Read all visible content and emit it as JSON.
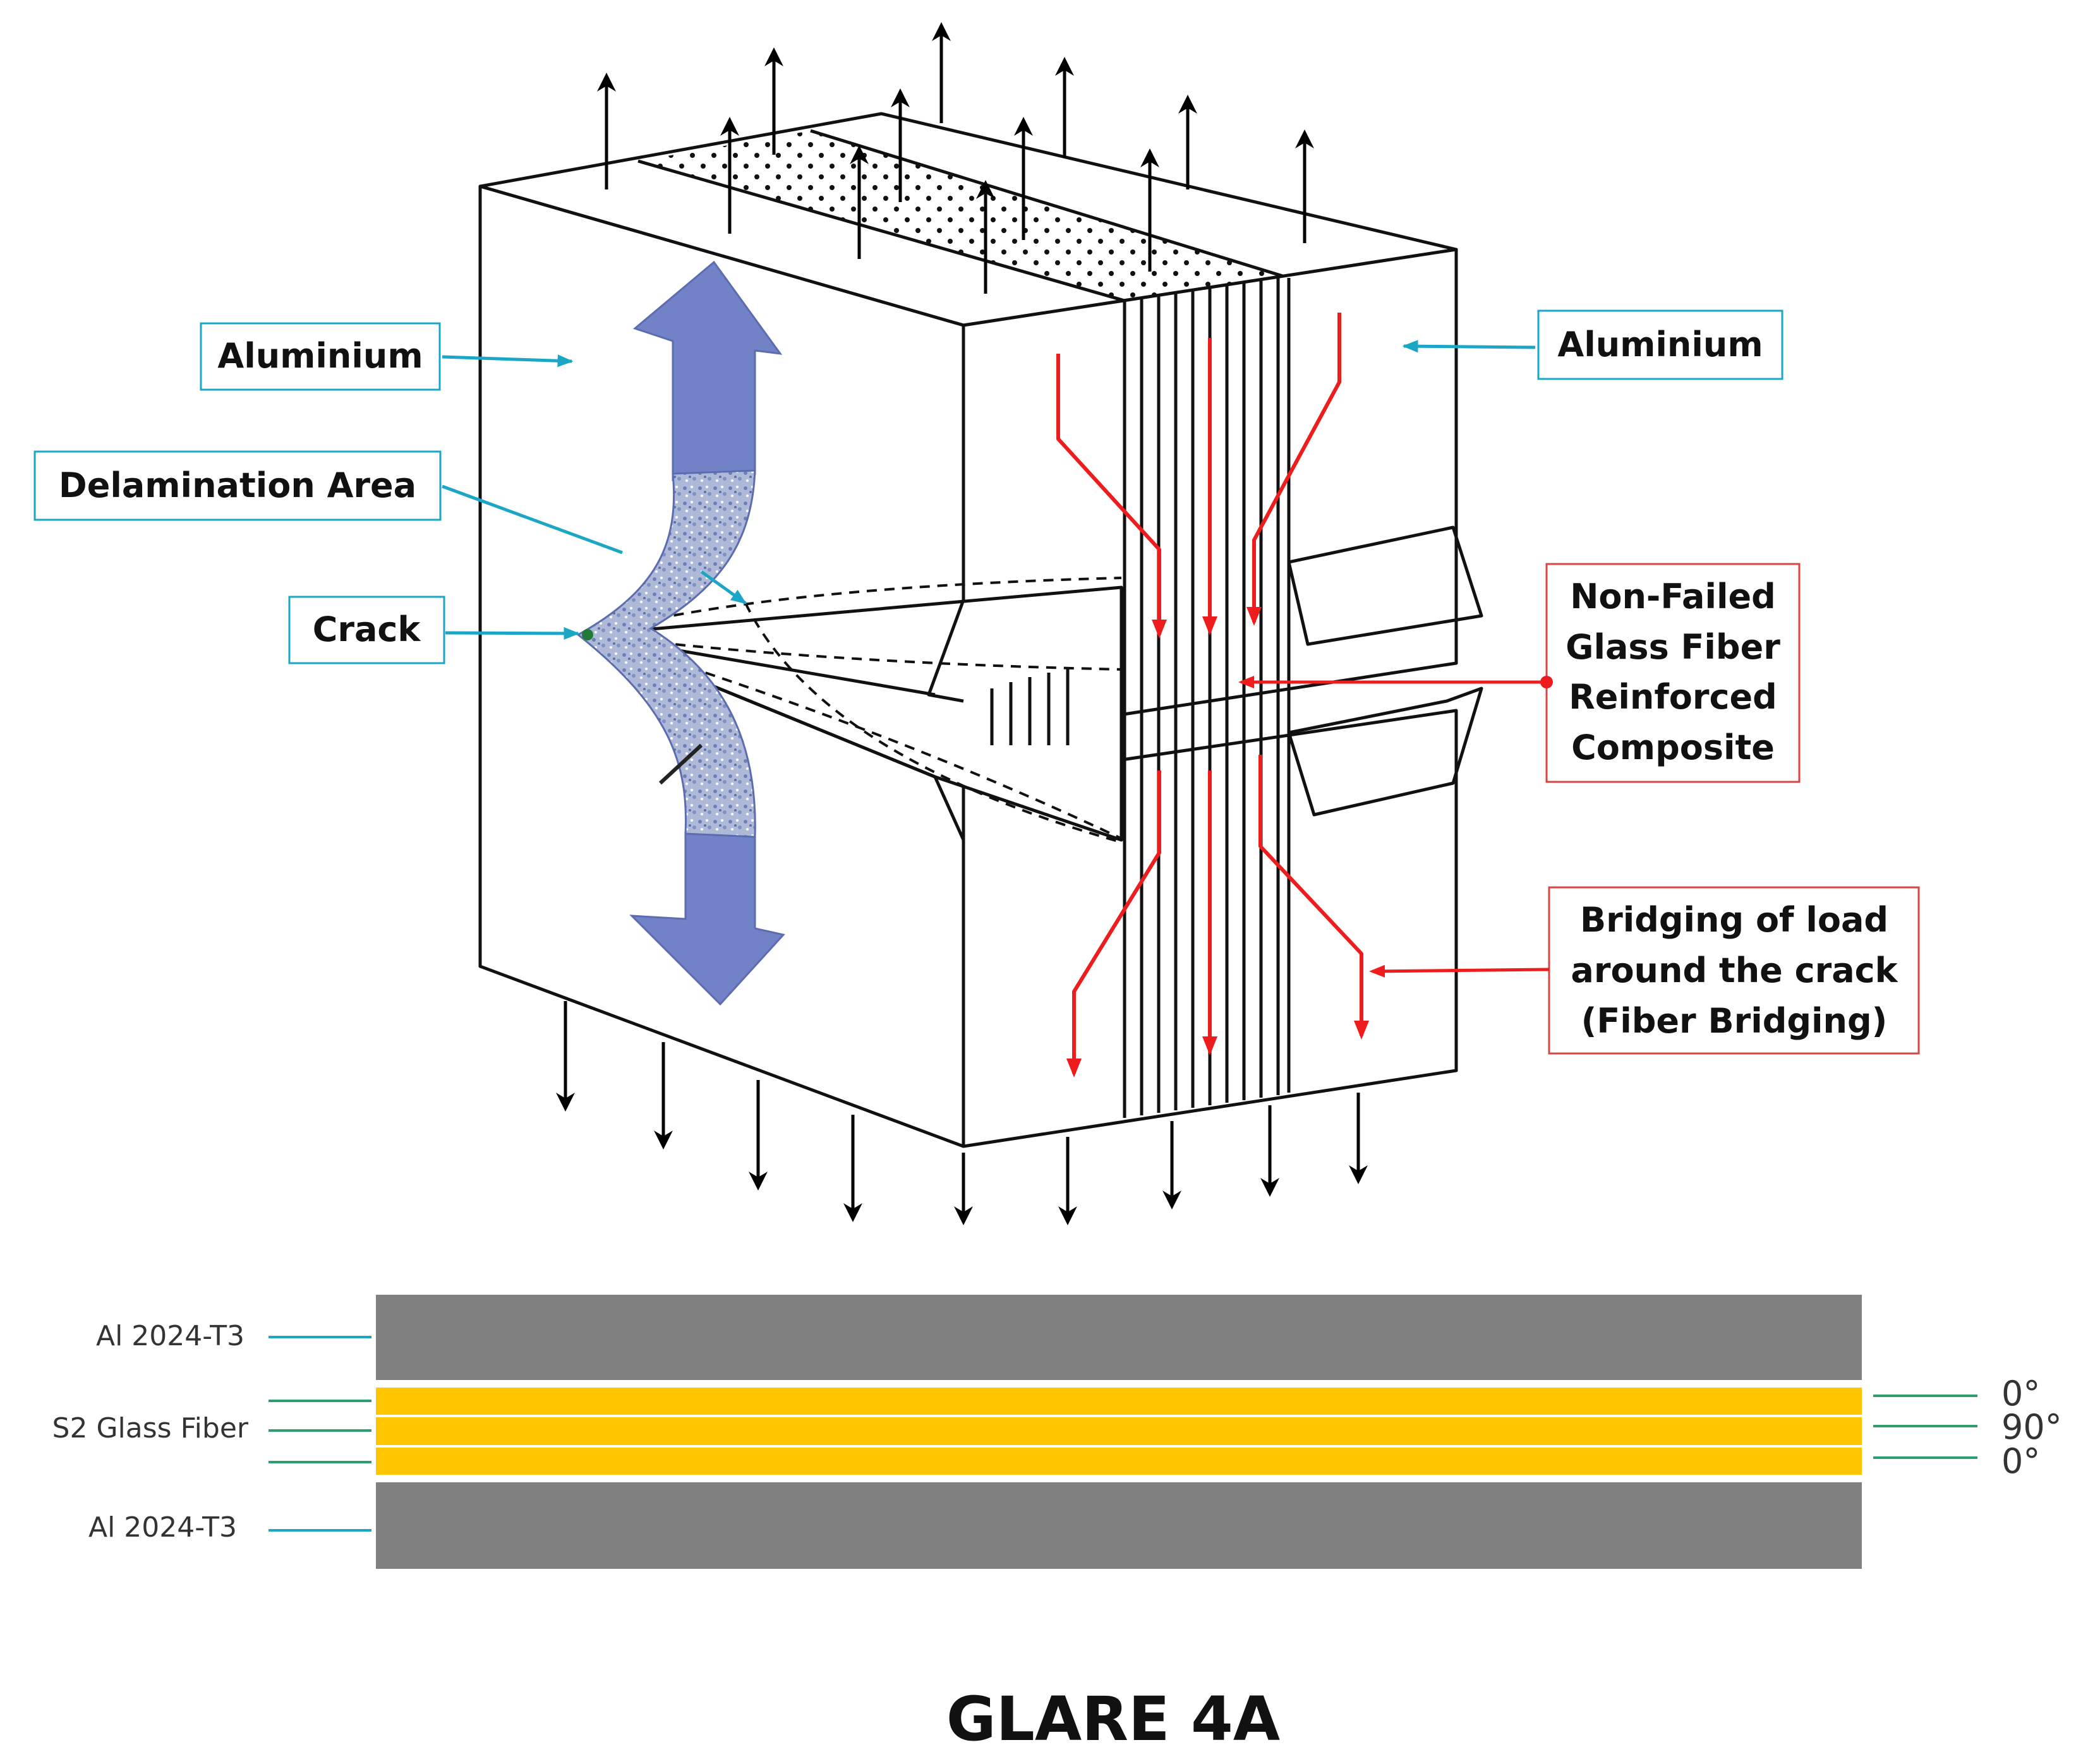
{
  "callouts": {
    "aluminium_left": "Aluminium",
    "aluminium_right": "Aluminium",
    "delamination": "Delamination Area",
    "crack": "Crack",
    "nonfailed": [
      "Non-Failed",
      "Glass Fiber",
      "Reinforced",
      "Composite"
    ],
    "bridging": [
      "Bridging of load",
      "around the crack",
      "(Fiber Bridging)"
    ]
  },
  "layup": {
    "layers": [
      {
        "label": "Al 2024-T3",
        "color": "#808080"
      },
      {
        "label": "S2 Glass Fiber",
        "color": "#FFC600"
      },
      {
        "label": "Al 2024-T3",
        "color": "#808080"
      }
    ],
    "angles": [
      "0°",
      "90°",
      "0°"
    ],
    "title": "GLARE 4A"
  },
  "colors": {
    "callout_teal": "#1aa6c4",
    "bridging_red": "#ee1c1c",
    "crack_arrow_blue": "#7183c6",
    "aluminium_grey": "#808080",
    "glass_fiber_yellow": "#FFC600"
  }
}
